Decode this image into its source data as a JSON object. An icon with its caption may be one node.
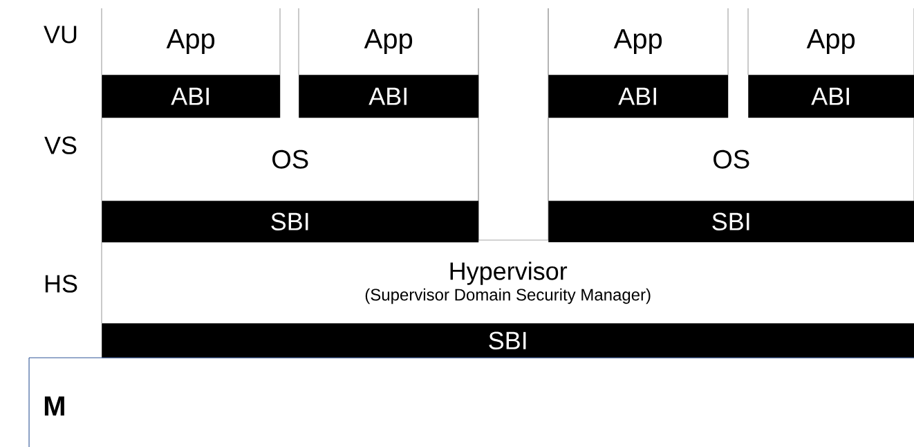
{
  "diagram": {
    "nodes": [
      {
        "text": [
          "App"
        ]
      },
      {
        "text": [
          "ABI"
        ]
      },
      {
        "text": [
          "App"
        ]
      },
      {
        "text": [
          "ABI"
        ]
      },
      {
        "text": [
          "App"
        ]
      },
      {
        "text": [
          "ABI"
        ]
      },
      {
        "text": [
          "App"
        ]
      },
      {
        "text": [
          "ABI"
        ]
      },
      {
        "text": [
          "OS"
        ]
      },
      {
        "text": [
          "SBI"
        ]
      },
      {
        "text": [
          "OS"
        ]
      },
      {
        "text": [
          "SBI"
        ]
      },
      {
        "text": [
          "Hypervisor",
          "(Supervisor Domain Security Manager)"
        ]
      },
      {
        "text": [
          "SBI"
        ]
      },
      {
        "text": [
          "M"
        ]
      }
    ],
    "labels": [
      "VU",
      "VS",
      "HS"
    ]
  }
}
